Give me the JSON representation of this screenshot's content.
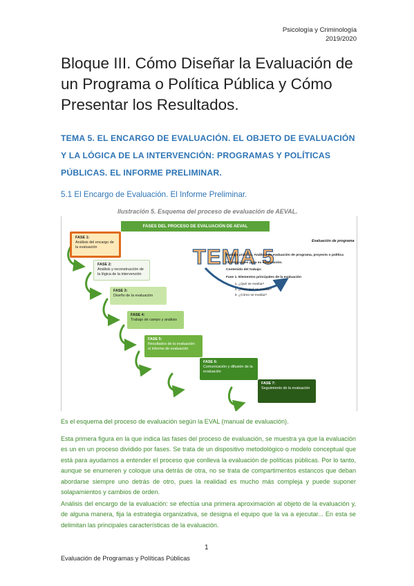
{
  "header": {
    "line1": "Psicología y Criminología",
    "line2": "2019/2020"
  },
  "title": "Bloque III. Cómo Diseñar la Evaluación de un Programa o Política Pública y Cómo Presentar los Resultados.",
  "tema_heading": "TEMA 5. EL ENCARGO DE EVALUACIÓN. EL OBJETO DE EVALUACIÓN Y LA LÓGICA DE LA INTERVENCIÓN: PROGRAMAS Y POLÍTICAS PÚBLICAS. EL INFORME PRELIMINAR.",
  "subheading": "5.1 El Encargo de Evaluación. El Informe Preliminar.",
  "figure": {
    "caption": "Ilustración 5. Esquema del proceso de evaluación de AEVAL.",
    "banner": "FASES DEL PROCESO DE EVALUACIÓN DE AEVAL",
    "stamp": "TEMA 5",
    "right_title": "Evaluación de programa",
    "phases": [
      {
        "label": "FASE 1:",
        "text": "Análisis del encargo de la evaluación"
      },
      {
        "label": "FASE 2:",
        "text": "Análisis y reconstrucción de la lógica de la intervención"
      },
      {
        "label": "FASE 3:",
        "text": "Diseño de la evaluación"
      },
      {
        "label": "FASE 4:",
        "text": "Trabajo de campo y análisis"
      },
      {
        "label": "FASE 5:",
        "text": "Resultados de la evaluación: el informe de evaluación"
      },
      {
        "label": "FASE 6:",
        "text": "Comunicación y difusión de la evaluación"
      },
      {
        "label": "FASE 7:",
        "text": "Seguimiento de la evaluación"
      }
    ],
    "panel": {
      "line1": "Trabajo práctico. Análisis de evaluación de programa, proyecto o política",
      "line2": "Orientaciones para su elaboración.",
      "line3": "Contenido del trabajo:",
      "line4": "Fase 1. Elementos principales de la evaluación",
      "items": [
        "¿Qué se evalúa?",
        "¿Para qué se evalúa?",
        "¿Cómo se evalúa?"
      ]
    }
  },
  "paragraphs": [
    "Es el esquema del proceso de evaluación según la EVAL (manual de evaluación).",
    "Esta primera figura en la que indica las fases del proceso de evaluación, se muestra ya que la evaluación es un en un proceso dividido por fases. Se trata de un dispositivo metodológico o modelo conceptual que está para ayudarnos a entender el proceso que conlleva la evaluación de políticas públicas. Por lo tanto, aunque se enumeren y coloque una detrás de otra, no se trata de compartimentos estancos que deban abordarse siempre uno detrás de otro, pues la realidad es mucho más compleja y puede suponer solapamientos y cambios de orden.",
    "Análisis del encargo de la evaluación: se efectúa una primera aproximación al objeto de la evaluación y, de alguna manera, fija la estrategia organizativa, se designa el equipo que la va a ejecutar... En esta se delimitan las principales características de la evaluación."
  ],
  "page_number": "1",
  "footer": "Evaluación de Programas y Políticas Públicas",
  "colors": {
    "heading_blue": "#2e74b5",
    "body_green": "#3e8a2c",
    "phase_dark": "#2f6b1f",
    "phase_light": "#c9e6a8"
  }
}
